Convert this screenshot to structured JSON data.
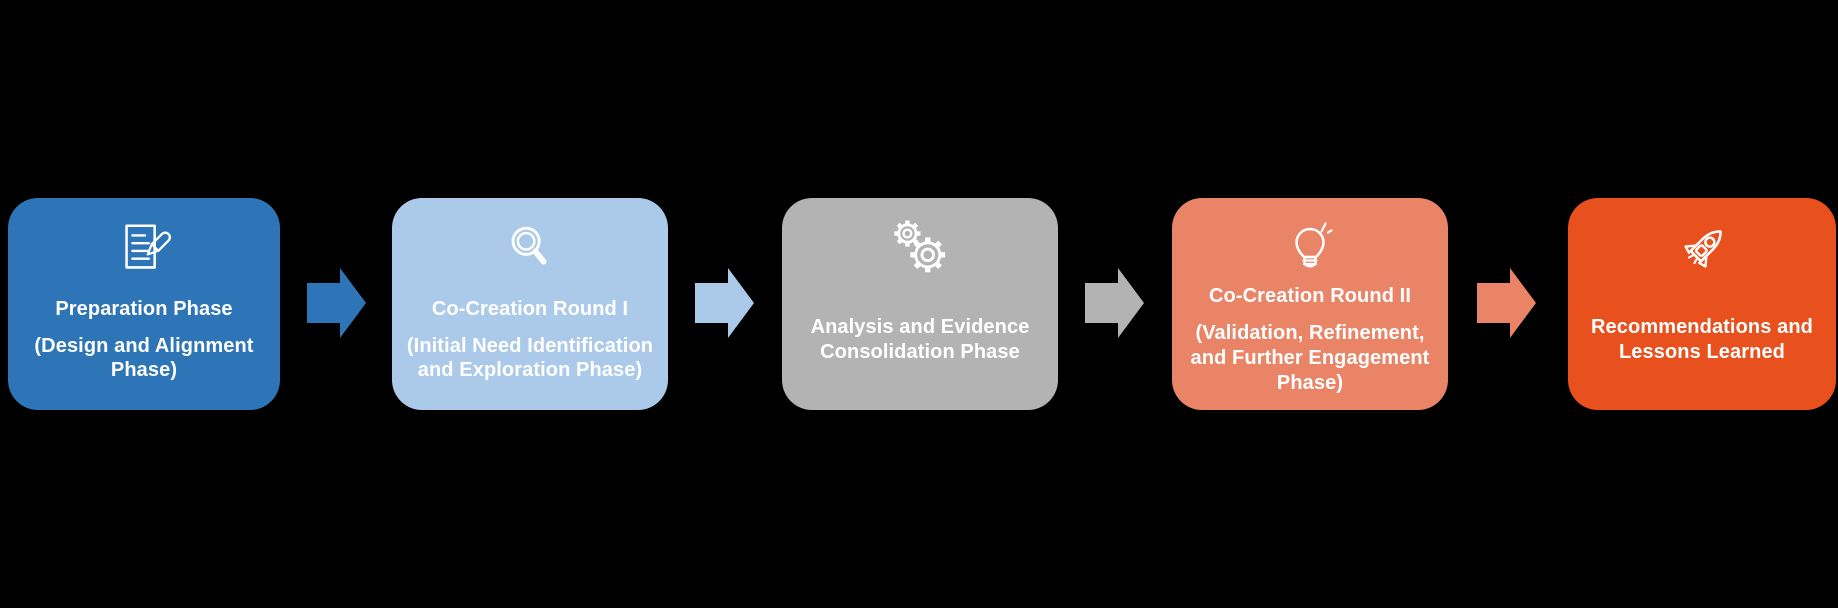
{
  "diagram": {
    "background_color": "#000000",
    "text_color": "#ffffff",
    "steps": [
      {
        "title": "Preparation Phase",
        "subtitle": "(Design and Alignment Phase)",
        "color": "#2E75B8",
        "icon": "document-pencil-icon"
      },
      {
        "title": "Co-Creation Round I",
        "subtitle": "(Initial Need Identification and Exploration Phase)",
        "color": "#ABC9E8",
        "icon": "magnifier-icon"
      },
      {
        "title": "Analysis and Evidence Consolidation Phase",
        "subtitle": "",
        "color": "#B3B3B3",
        "icon": "gears-icon"
      },
      {
        "title": "Co-Creation Round II",
        "subtitle": "(Validation, Refinement, and Further Engagement Phase)",
        "color": "#EA8467",
        "icon": "lightbulb-icon"
      },
      {
        "title": "Recommendations and Lessons Learned",
        "subtitle": "",
        "color": "#E8501E",
        "icon": "rocket-icon"
      }
    ],
    "arrows": [
      {
        "color": "#2E75B8"
      },
      {
        "color": "#ABC9E8"
      },
      {
        "color": "#B3B3B3"
      },
      {
        "color": "#EA8467"
      }
    ]
  }
}
